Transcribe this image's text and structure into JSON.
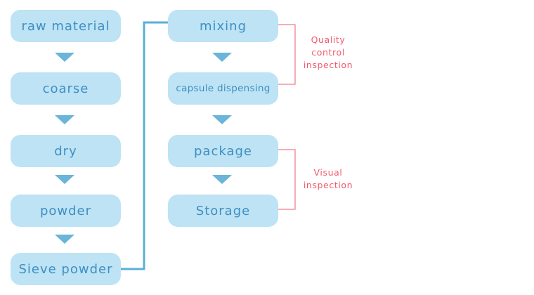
{
  "left_column": [
    "raw material",
    "coarse",
    "dry",
    "powder",
    "Sieve powder"
  ],
  "right_column": [
    "mixing",
    "capsule dispensing",
    "package",
    "Storage"
  ],
  "annotations": [
    {
      "lines": [
        "Quality",
        "control",
        "inspection"
      ]
    },
    {
      "lines": [
        "Visual",
        "inspection"
      ]
    }
  ],
  "colors": {
    "box_fill": "#bde3f5",
    "box_text": "#3f8fc2",
    "arrow": "#6ab5d9",
    "connector": "#5aafd6",
    "bracket": "#f25a6e",
    "annotation_text": "#f25a6e"
  }
}
